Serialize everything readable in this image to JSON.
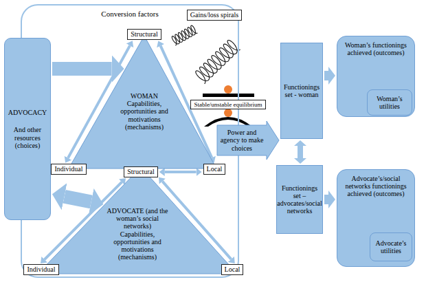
{
  "diagram": {
    "nodes": [
      {
        "text": [
          "Conversion factors"
        ]
      },
      {
        "text": [
          "ADVOCACY",
          "And other resources (choices)"
        ]
      },
      {
        "text": [
          "Structural"
        ],
        "in": 0
      },
      {
        "text": [
          "WOMAN",
          "Capabilities, opportunities and motivations (mechanisms)"
        ],
        "in": 0
      },
      {
        "text": [
          "Individual"
        ],
        "in": 0
      },
      {
        "text": [
          "Structural"
        ],
        "in": 0
      },
      {
        "text": [
          "Local"
        ],
        "in": 0
      },
      {
        "text": [
          "ADVOCATE (and the woman’s social networks)",
          "Capabilities, opportunities and motivations (mechanisms)"
        ],
        "in": 0
      },
      {
        "text": [
          "Individual"
        ],
        "in": 0
      },
      {
        "text": [
          "Local"
        ],
        "in": 0
      },
      {
        "text": [
          "Gains/loss spirals"
        ]
      },
      {
        "text": [
          "Stable/unstable equilibrium"
        ]
      },
      {
        "text": [
          "Power and agency to make choices"
        ]
      },
      {
        "text": [
          "Functionings set - woman"
        ]
      },
      {
        "text": [
          "Functionings set – advocates/social networks"
        ]
      },
      {
        "text": [
          "Woman’s functionings achieved (outcomes)"
        ]
      },
      {
        "text": [
          "Woman’s utilities"
        ],
        "in": 15
      },
      {
        "text": [
          "Advocate’s/social networks functionings achieved (outcomes)"
        ]
      },
      {
        "text": [
          "Advocate’s utilities"
        ],
        "in": 17
      }
    ],
    "edges": [
      {
        "from": 1,
        "to": 3,
        "arrow": "to"
      },
      {
        "from": 1,
        "to": 7,
        "arrow": "both"
      },
      {
        "from": 2,
        "to": 4,
        "arrow": "both"
      },
      {
        "from": 2,
        "to": 6,
        "arrow": "both"
      },
      {
        "from": 5,
        "to": 6,
        "arrow": "both"
      },
      {
        "from": 5,
        "to": 8,
        "arrow": "both"
      },
      {
        "from": 5,
        "to": 9,
        "arrow": "both"
      },
      {
        "from": 8,
        "to": 9,
        "arrow": "both"
      },
      {
        "from": 13,
        "to": 14,
        "arrow": "both"
      },
      {
        "from": 13,
        "to": 15,
        "arrow": "to"
      },
      {
        "from": 14,
        "to": 17,
        "arrow": "to"
      }
    ]
  }
}
